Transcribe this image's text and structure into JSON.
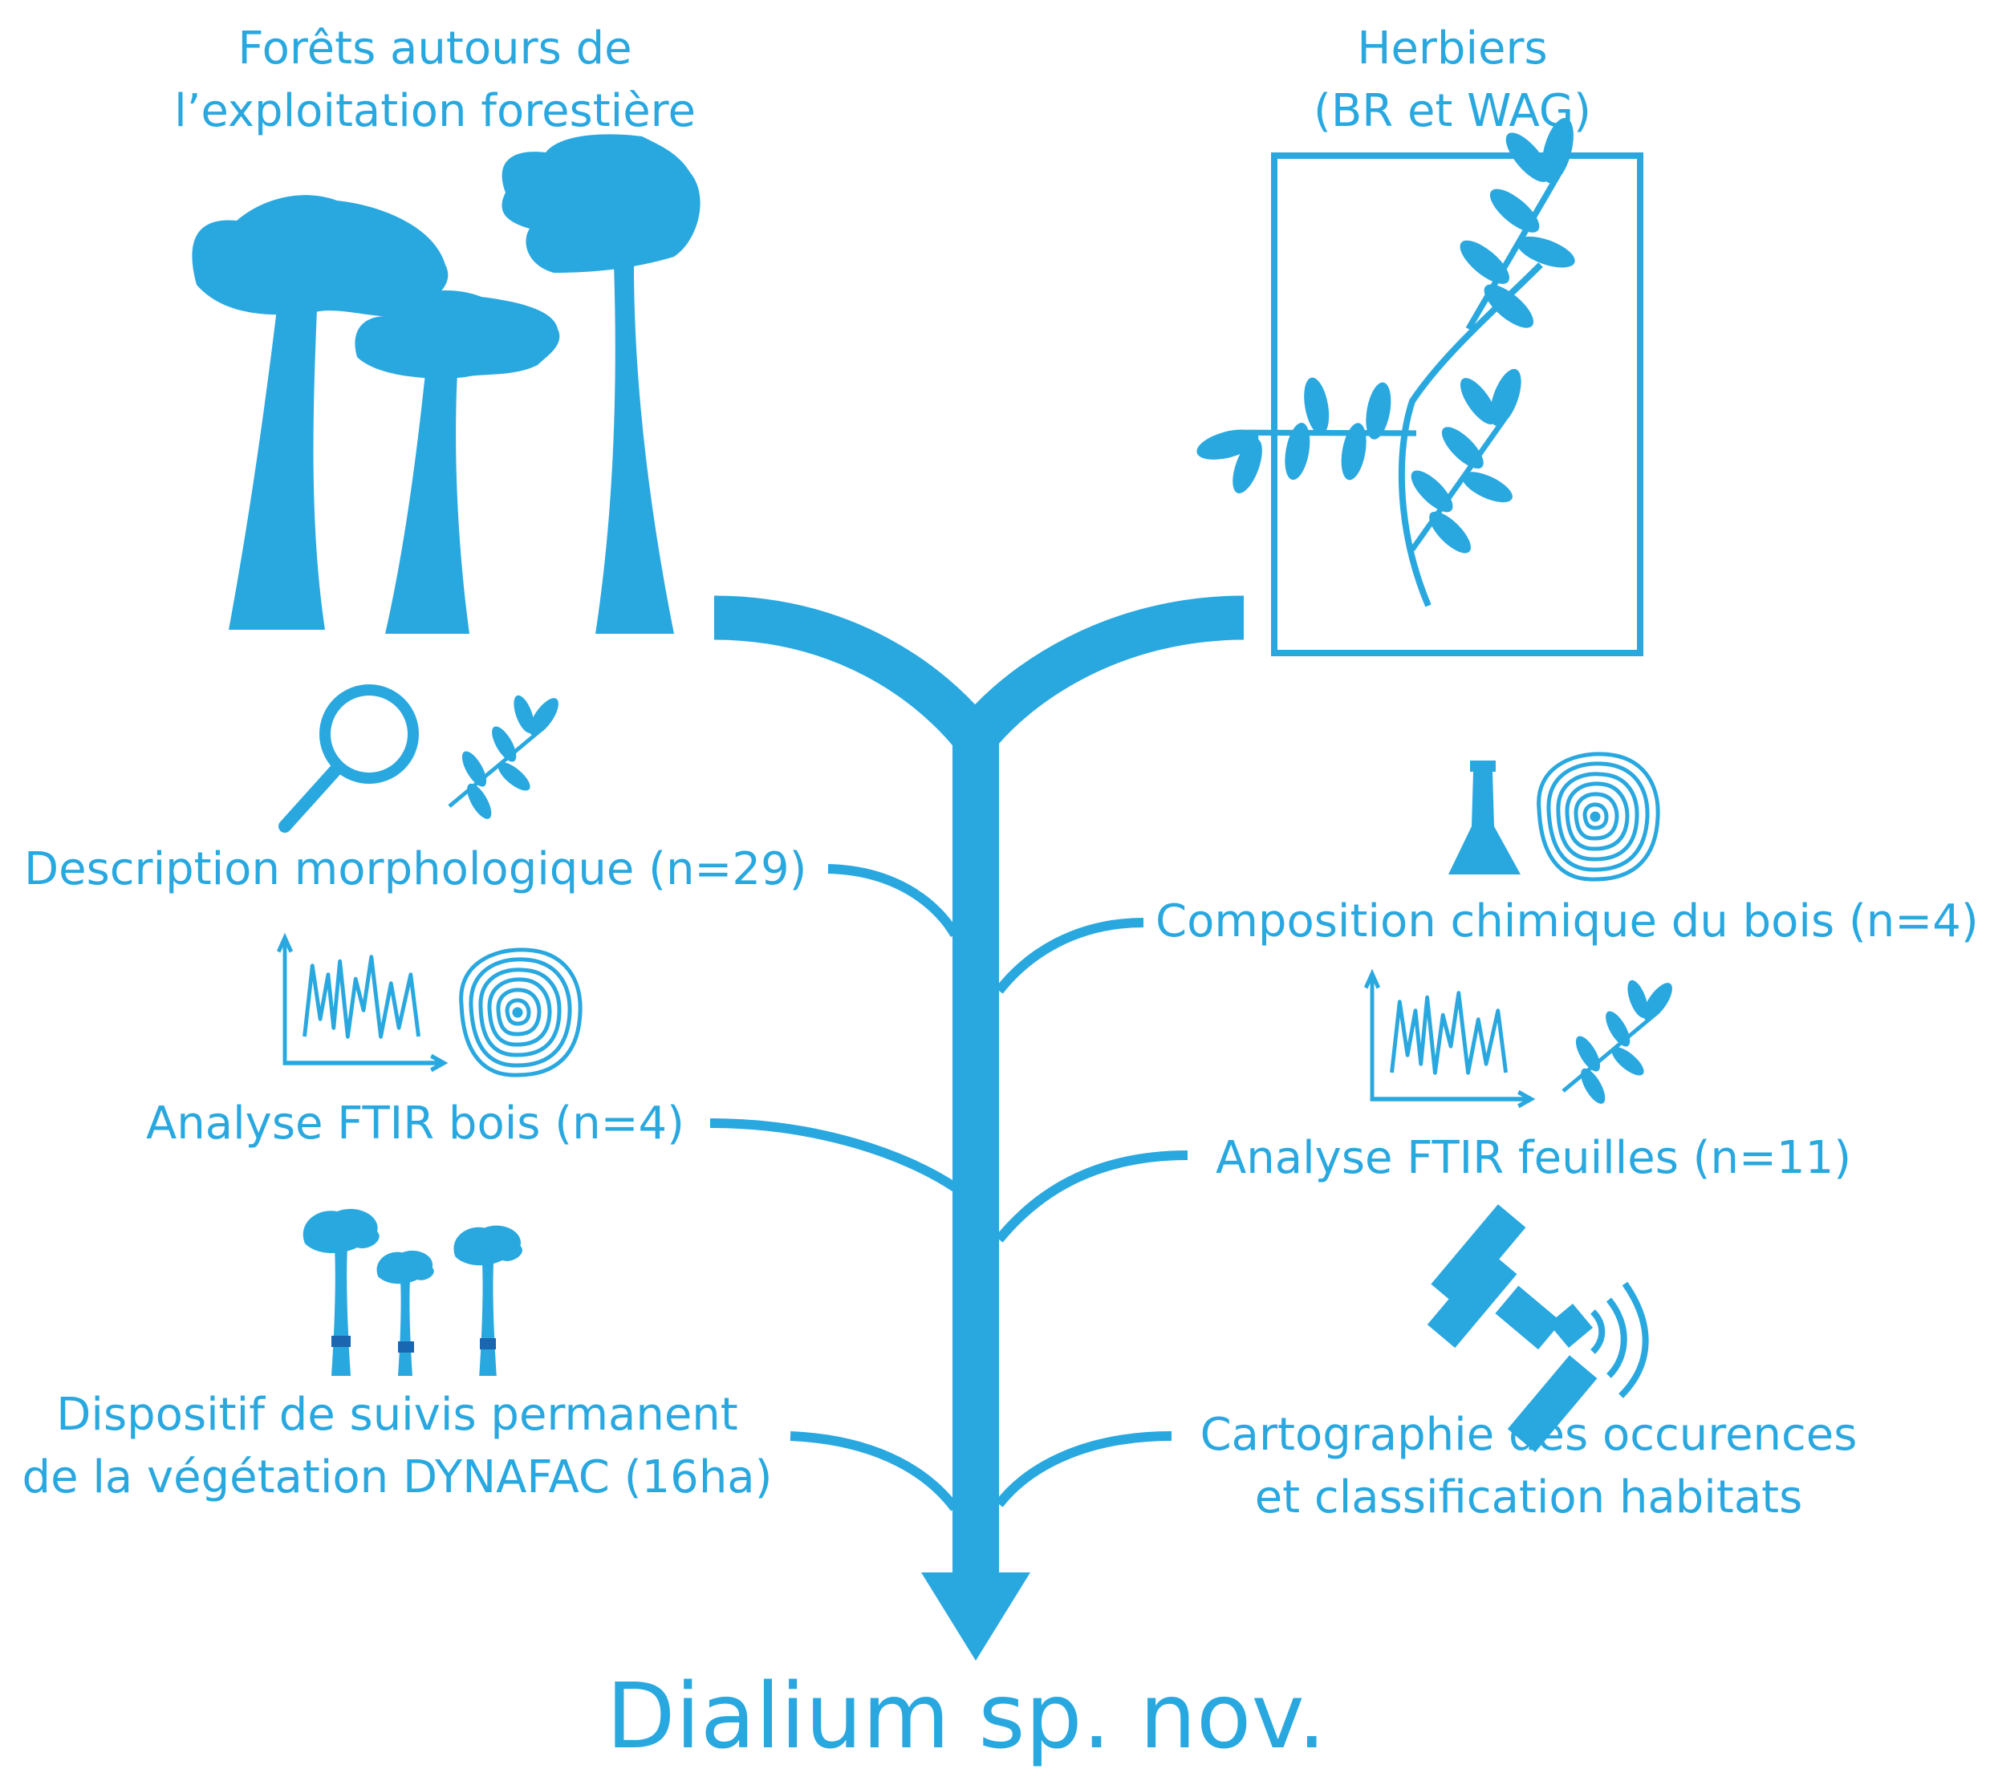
{
  "sources": {
    "forests": {
      "line1": "Forêts autours de",
      "line2": "l’exploitation forestière"
    },
    "herbaria": {
      "line1": "Herbiers",
      "line2": "(BR et WAG)"
    }
  },
  "methods": {
    "morpho": "Description morphologique (n=29)",
    "ftir_wood": "Analyse FTIR bois (n=4)",
    "dynafac_line1": "Dispositif de suivis permanent",
    "dynafac_line2": "de la végétation DYNAFAC (16ha)",
    "chem": "Composition chimique du bois (n=4)",
    "ftir_leaves": "Analyse FTIR feuilles (n=11)",
    "carto_line1": "Cartographie des occurences",
    "carto_line2": "et classification habitats"
  },
  "result": "Dialium sp. nov.",
  "colors": {
    "primary": "#29a8e0",
    "dark_band": "#1a66b0"
  },
  "icons": [
    "tree-icon",
    "herbarium-sheet-icon",
    "magnifier-icon",
    "leaf-icon",
    "spectrum-chart-icon",
    "wood-rings-icon",
    "flask-icon",
    "tagged-trees-icon",
    "satellite-icon"
  ]
}
